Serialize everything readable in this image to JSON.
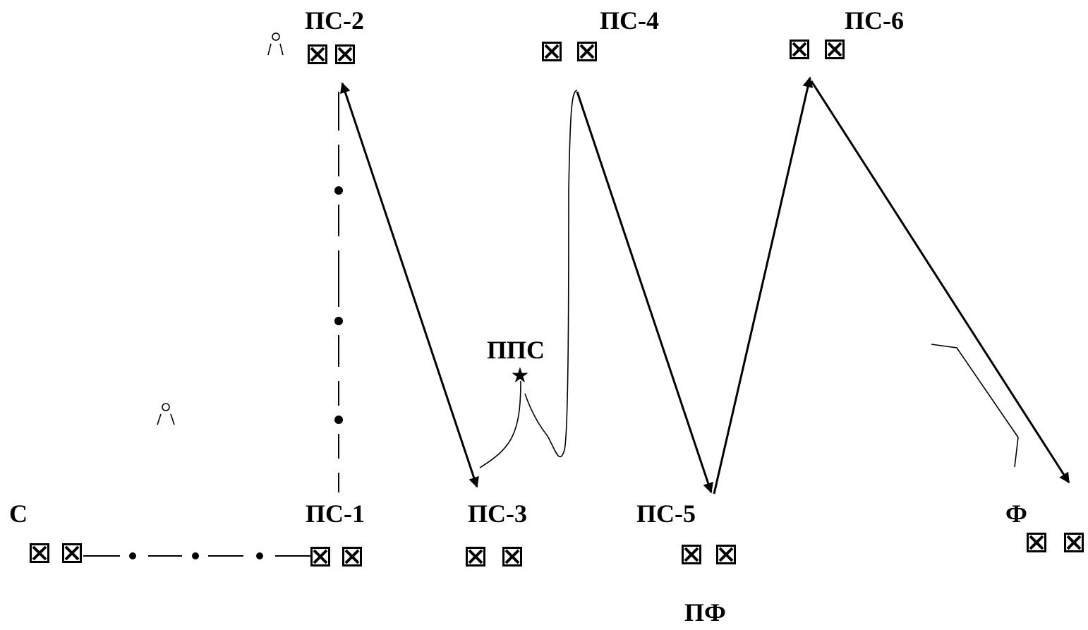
{
  "colors": {
    "ink": "#000000",
    "background": "#ffffff"
  },
  "icons": {
    "vehicle": "crossed-box-icon",
    "observer": "observer-figure-icon",
    "rally_point": "star-icon"
  },
  "labels": {
    "start": "С",
    "ps1": "ПС-1",
    "ps2": "ПС-2",
    "ps3": "ПС-3",
    "ps4": "ПС-4",
    "ps5": "ПС-5",
    "ps6": "ПС-6",
    "pps": "ППС",
    "finish": "Ф",
    "pf": "ПФ"
  }
}
